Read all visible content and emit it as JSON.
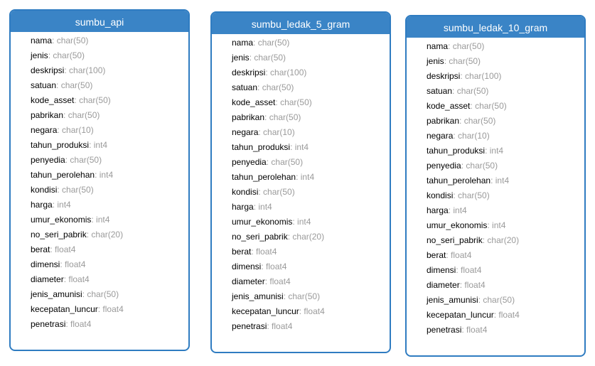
{
  "diagram": {
    "tables": [
      {
        "name": "sumbu_api",
        "fields": [
          {
            "name": "nama",
            "type": "char(50)"
          },
          {
            "name": "jenis",
            "type": "char(50)"
          },
          {
            "name": "deskripsi",
            "type": "char(100)"
          },
          {
            "name": "satuan",
            "type": "char(50)"
          },
          {
            "name": "kode_asset",
            "type": "char(50)"
          },
          {
            "name": "pabrikan",
            "type": "char(50)"
          },
          {
            "name": "negara",
            "type": "char(10)"
          },
          {
            "name": "tahun_produksi",
            "type": "int4"
          },
          {
            "name": "penyedia",
            "type": "char(50)"
          },
          {
            "name": "tahun_perolehan",
            "type": "int4"
          },
          {
            "name": "kondisi",
            "type": "char(50)"
          },
          {
            "name": "harga",
            "type": "int4"
          },
          {
            "name": "umur_ekonomis",
            "type": "int4"
          },
          {
            "name": "no_seri_pabrik",
            "type": "char(20)"
          },
          {
            "name": "berat",
            "type": "float4"
          },
          {
            "name": "dimensi",
            "type": "float4"
          },
          {
            "name": "diameter",
            "type": "float4"
          },
          {
            "name": "jenis_amunisi",
            "type": "char(50)"
          },
          {
            "name": "kecepatan_luncur",
            "type": "float4"
          },
          {
            "name": "penetrasi",
            "type": "float4"
          }
        ]
      },
      {
        "name": "sumbu_ledak_5_gram",
        "fields": [
          {
            "name": "nama",
            "type": "char(50)"
          },
          {
            "name": "jenis",
            "type": "char(50)"
          },
          {
            "name": "deskripsi",
            "type": "char(100)"
          },
          {
            "name": "satuan",
            "type": "char(50)"
          },
          {
            "name": "kode_asset",
            "type": "char(50)"
          },
          {
            "name": "pabrikan",
            "type": "char(50)"
          },
          {
            "name": "negara",
            "type": "char(10)"
          },
          {
            "name": "tahun_produksi",
            "type": "int4"
          },
          {
            "name": "penyedia",
            "type": "char(50)"
          },
          {
            "name": "tahun_perolehan",
            "type": "int4"
          },
          {
            "name": "kondisi",
            "type": "char(50)"
          },
          {
            "name": "harga",
            "type": "int4"
          },
          {
            "name": "umur_ekonomis",
            "type": "int4"
          },
          {
            "name": "no_seri_pabrik",
            "type": "char(20)"
          },
          {
            "name": "berat",
            "type": "float4"
          },
          {
            "name": "dimensi",
            "type": "float4"
          },
          {
            "name": "diameter",
            "type": "float4"
          },
          {
            "name": "jenis_amunisi",
            "type": "char(50)"
          },
          {
            "name": "kecepatan_luncur",
            "type": "float4"
          },
          {
            "name": "penetrasi",
            "type": "float4"
          }
        ]
      },
      {
        "name": "sumbu_ledak_10_gram",
        "fields": [
          {
            "name": "nama",
            "type": "char(50)"
          },
          {
            "name": "jenis",
            "type": "char(50)"
          },
          {
            "name": "deskripsi",
            "type": "char(100)"
          },
          {
            "name": "satuan",
            "type": "char(50)"
          },
          {
            "name": "kode_asset",
            "type": "char(50)"
          },
          {
            "name": "pabrikan",
            "type": "char(50)"
          },
          {
            "name": "negara",
            "type": "char(10)"
          },
          {
            "name": "tahun_produksi",
            "type": "int4"
          },
          {
            "name": "penyedia",
            "type": "char(50)"
          },
          {
            "name": "tahun_perolehan",
            "type": "int4"
          },
          {
            "name": "kondisi",
            "type": "char(50)"
          },
          {
            "name": "harga",
            "type": "int4"
          },
          {
            "name": "umur_ekonomis",
            "type": "int4"
          },
          {
            "name": "no_seri_pabrik",
            "type": "char(20)"
          },
          {
            "name": "berat",
            "type": "float4"
          },
          {
            "name": "dimensi",
            "type": "float4"
          },
          {
            "name": "diameter",
            "type": "float4"
          },
          {
            "name": "jenis_amunisi",
            "type": "char(50)"
          },
          {
            "name": "kecepatan_luncur",
            "type": "float4"
          },
          {
            "name": "penetrasi",
            "type": "float4"
          }
        ]
      }
    ],
    "separator": ": ",
    "colors": {
      "header_bg": "#3a84c6",
      "border": "#2f7cc1",
      "header_text": "#ffffff",
      "field_name": "#000000",
      "field_type": "#9a9a9a"
    }
  }
}
